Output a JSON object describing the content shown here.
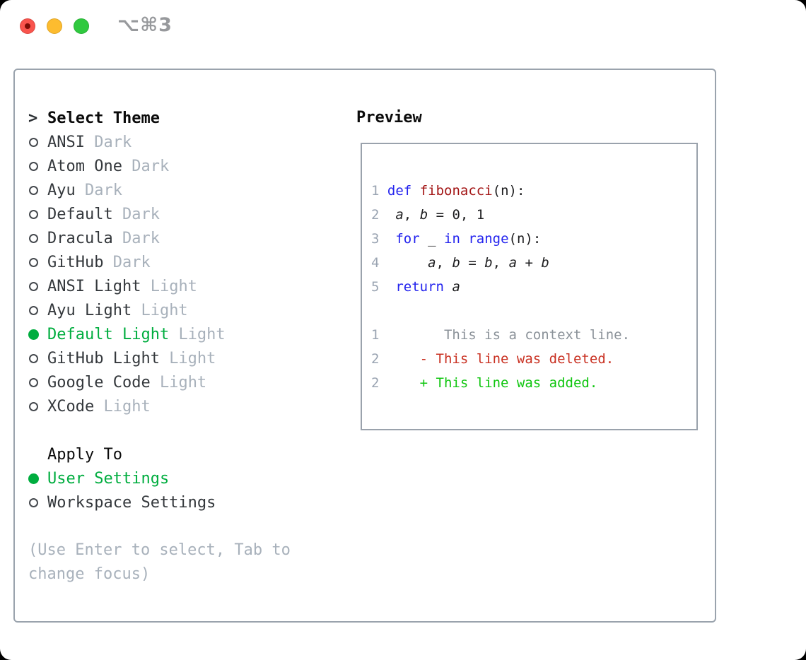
{
  "titlebar": {
    "shortcut": "⌥⌘3",
    "lights": [
      {
        "name": "close",
        "color": "red"
      },
      {
        "name": "minimize",
        "color": "yellow"
      },
      {
        "name": "zoom",
        "color": "green"
      }
    ]
  },
  "theme_panel": {
    "cursor": ">",
    "select_label": "Select Theme",
    "themes": [
      {
        "name": "ANSI",
        "variant": "Dark",
        "selected": false
      },
      {
        "name": "Atom One",
        "variant": "Dark",
        "selected": false
      },
      {
        "name": "Ayu",
        "variant": "Dark",
        "selected": false
      },
      {
        "name": "Default",
        "variant": "Dark",
        "selected": false
      },
      {
        "name": "Dracula",
        "variant": "Dark",
        "selected": false
      },
      {
        "name": "GitHub",
        "variant": "Dark",
        "selected": false
      },
      {
        "name": "ANSI Light",
        "variant": "Light",
        "selected": false
      },
      {
        "name": "Ayu Light",
        "variant": "Light",
        "selected": false
      },
      {
        "name": "Default Light",
        "variant": "Light",
        "selected": true
      },
      {
        "name": "GitHub Light",
        "variant": "Light",
        "selected": false
      },
      {
        "name": "Google Code",
        "variant": "Light",
        "selected": false
      },
      {
        "name": "XCode",
        "variant": "Light",
        "selected": false
      }
    ],
    "apply_to": {
      "label": "Apply To",
      "options": [
        {
          "label": "User Settings",
          "selected": true
        },
        {
          "label": "Workspace Settings",
          "selected": false
        }
      ]
    },
    "help_lines": [
      "(Use Enter to select, Tab to",
      "change focus)"
    ]
  },
  "preview": {
    "label": "Preview",
    "lines": [
      {
        "num": "1",
        "segments": [
          {
            "t": " ",
            "c": "plain"
          },
          {
            "t": "def",
            "c": "kw"
          },
          {
            "t": " ",
            "c": "plain"
          },
          {
            "t": "fibonacci",
            "c": "fn"
          },
          {
            "t": "(n):",
            "c": "plain"
          }
        ]
      },
      {
        "num": "2",
        "segments": [
          {
            "t": "  ",
            "c": "plain"
          },
          {
            "t": "a",
            "c": "var"
          },
          {
            "t": ", ",
            "c": "plain"
          },
          {
            "t": "b",
            "c": "var"
          },
          {
            "t": " = 0, 1",
            "c": "plain"
          }
        ]
      },
      {
        "num": "3",
        "segments": [
          {
            "t": "  ",
            "c": "plain"
          },
          {
            "t": "for",
            "c": "kw"
          },
          {
            "t": " _ ",
            "c": "plain"
          },
          {
            "t": "in",
            "c": "kw"
          },
          {
            "t": " ",
            "c": "plain"
          },
          {
            "t": "range",
            "c": "kw"
          },
          {
            "t": "(n):",
            "c": "plain"
          }
        ]
      },
      {
        "num": "4",
        "segments": [
          {
            "t": "      ",
            "c": "plain"
          },
          {
            "t": "a",
            "c": "var"
          },
          {
            "t": ", ",
            "c": "plain"
          },
          {
            "t": "b",
            "c": "var"
          },
          {
            "t": " = ",
            "c": "plain"
          },
          {
            "t": "b",
            "c": "var"
          },
          {
            "t": ", ",
            "c": "plain"
          },
          {
            "t": "a",
            "c": "var"
          },
          {
            "t": " + ",
            "c": "plain"
          },
          {
            "t": "b",
            "c": "var"
          }
        ]
      },
      {
        "num": "5",
        "segments": [
          {
            "t": "  ",
            "c": "plain"
          },
          {
            "t": "return",
            "c": "kw"
          },
          {
            "t": " ",
            "c": "plain"
          },
          {
            "t": "a",
            "c": "var"
          }
        ]
      },
      {
        "num": "",
        "segments": []
      },
      {
        "num": "1",
        "segments": [
          {
            "t": "        This is a context line.",
            "c": "ctx"
          }
        ]
      },
      {
        "num": "2",
        "segments": [
          {
            "t": "     ",
            "c": "plain"
          },
          {
            "t": "- This line was deleted.",
            "c": "del"
          }
        ]
      },
      {
        "num": "2",
        "segments": [
          {
            "t": "     ",
            "c": "plain"
          },
          {
            "t": "+ This line was added.",
            "c": "add"
          }
        ]
      }
    ]
  },
  "colors": {
    "accent-green": "#00ad3f",
    "add-green": "#10c610",
    "del-red": "#c93122",
    "kw-blue": "#2323ee",
    "fn-red": "#a31515",
    "code-black": "#1d1d1f",
    "ctx-gray": "#8b9299",
    "line-num": "#9aa4b2",
    "item-text": "#34383c",
    "muted-gray": "#a8b1bb",
    "header-black": "#0b0b0b",
    "cursor-color": "#2b2f33",
    "radio-ring": "#45494e",
    "panel-border": "#9aa3ad",
    "preview-border": "#9aa2ac",
    "title-gray": "#97999c",
    "light-red": "#f9544d",
    "light-red-dot": "#7d0d06",
    "light-yellow": "#fdbc2f",
    "light-green": "#30c93f"
  }
}
